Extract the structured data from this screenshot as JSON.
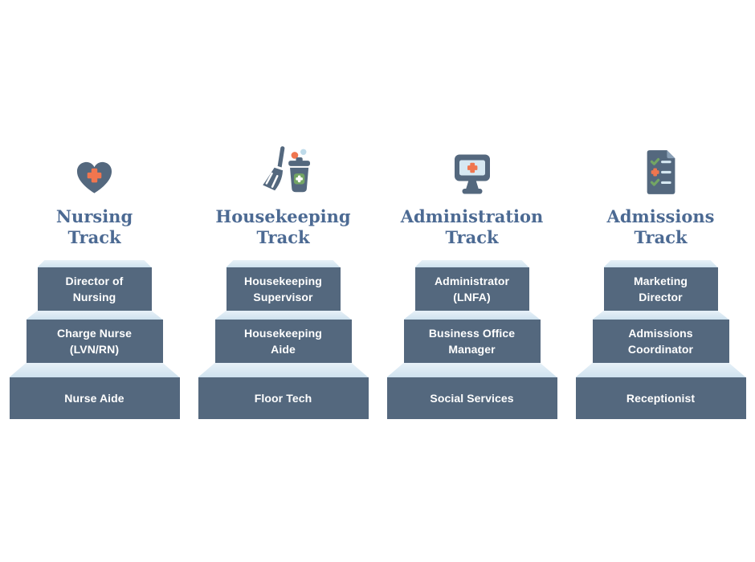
{
  "diagram": {
    "type": "career-ladder-infographic",
    "background": "#ffffff",
    "colors": {
      "step_dark_blue": "#54687e",
      "step_top_light_blue": "#d5e7f2",
      "title_blue": "#4c6a93",
      "accent_orange": "#f0764f",
      "accent_green": "#73a564",
      "icon_screen_light_blue": "#d6e8f2",
      "dot_light_blue": "#bfdbea",
      "step_label_text": "#ffffff"
    },
    "tracks": [
      {
        "icon": "heart-medical-icon",
        "title_line1": "Nursing",
        "title_line2": "Track",
        "steps": [
          {
            "lines": [
              "Director of",
              "Nursing"
            ]
          },
          {
            "lines": [
              "Charge Nurse",
              "(LVN/RN)"
            ]
          },
          {
            "lines": [
              "Nurse Aide"
            ]
          }
        ]
      },
      {
        "icon": "broom-trash-icon",
        "title_line1": "Housekeeping",
        "title_line2": "Track",
        "steps": [
          {
            "lines": [
              "Housekeeping",
              "Supervisor"
            ]
          },
          {
            "lines": [
              "Housekeeping",
              "Aide"
            ]
          },
          {
            "lines": [
              "Floor Tech"
            ]
          }
        ]
      },
      {
        "icon": "monitor-medical-icon",
        "title_line1": "Administration",
        "title_line2": "Track",
        "steps": [
          {
            "lines": [
              "Administrator",
              "(LNFA)"
            ]
          },
          {
            "lines": [
              "Business Office",
              "Manager"
            ]
          },
          {
            "lines": [
              "Social Services"
            ]
          }
        ]
      },
      {
        "icon": "checklist-document-icon",
        "title_line1": "Admissions",
        "title_line2": "Track",
        "steps": [
          {
            "lines": [
              "Marketing",
              "Director"
            ]
          },
          {
            "lines": [
              "Admissions",
              "Coordinator"
            ]
          },
          {
            "lines": [
              "Receptionist"
            ]
          }
        ]
      }
    ]
  }
}
